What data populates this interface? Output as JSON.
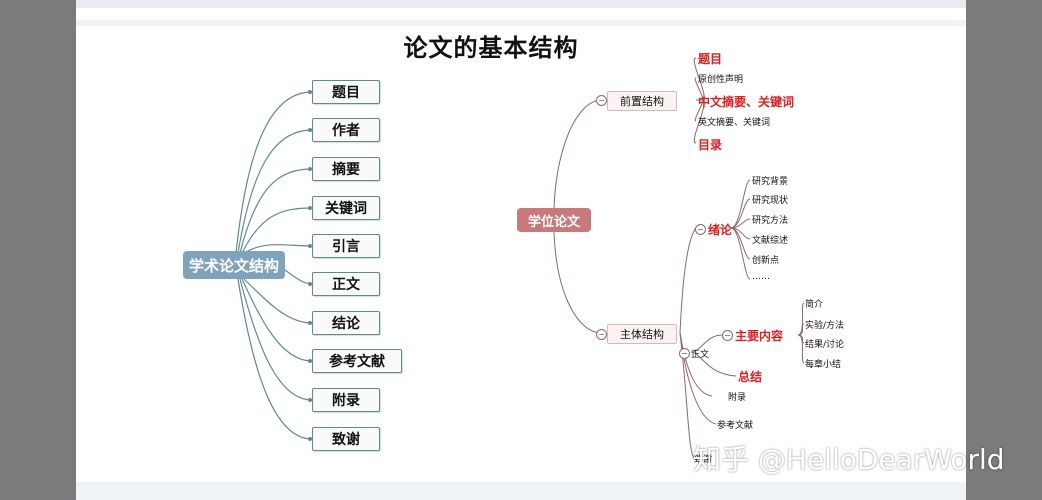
{
  "title": "论文的基本结构",
  "left_tree": {
    "root": "学术论文结构",
    "items": [
      "题目",
      "作者",
      "摘要",
      "关键词",
      "引言",
      "正文",
      "结论",
      "参考文献",
      "附录",
      "致谢"
    ]
  },
  "right_tree": {
    "root": "学位论文",
    "front": {
      "label": "前置结构",
      "items": [
        "题目",
        "原创性声明",
        "中文摘要、关键词",
        "英文摘要、关键词",
        "目录"
      ]
    },
    "body": {
      "label": "主体结构",
      "intro": {
        "label": "绪论",
        "items": [
          "研究背景",
          "研究现状",
          "研究方法",
          "文献综述",
          "创新点",
          "……"
        ]
      },
      "main": {
        "label": "正文",
        "content": {
          "label": "主要内容",
          "items": [
            "简介",
            "实验/方法",
            "结果/讨论",
            "每章小结"
          ]
        },
        "summary": "总结"
      },
      "appendix": "附录",
      "references": "参考文献",
      "thanks": "致谢"
    }
  },
  "watermark": "知乎 @HelloDearWorld",
  "colors": {
    "left_root": "#7fa3bd",
    "right_root": "#c87a7a",
    "red": "#e02020",
    "connector_left": "#5f8a8f",
    "connector_right": "#8a6a6a"
  }
}
